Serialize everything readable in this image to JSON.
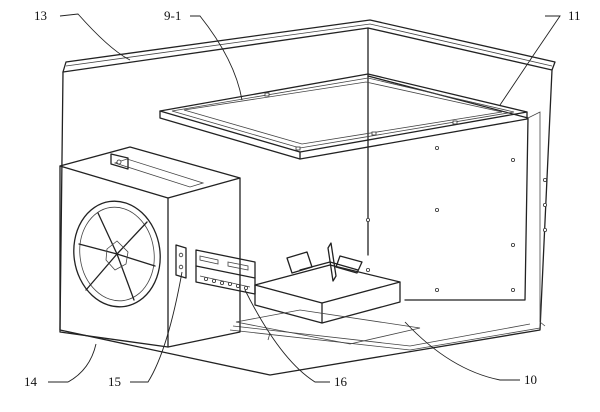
{
  "labels": {
    "housing_top": "13",
    "filter_frame": "9-1",
    "rear_panel": "11",
    "fan_unit": "14",
    "bracket": "15",
    "terminal_block": "16",
    "base_box": "10"
  }
}
